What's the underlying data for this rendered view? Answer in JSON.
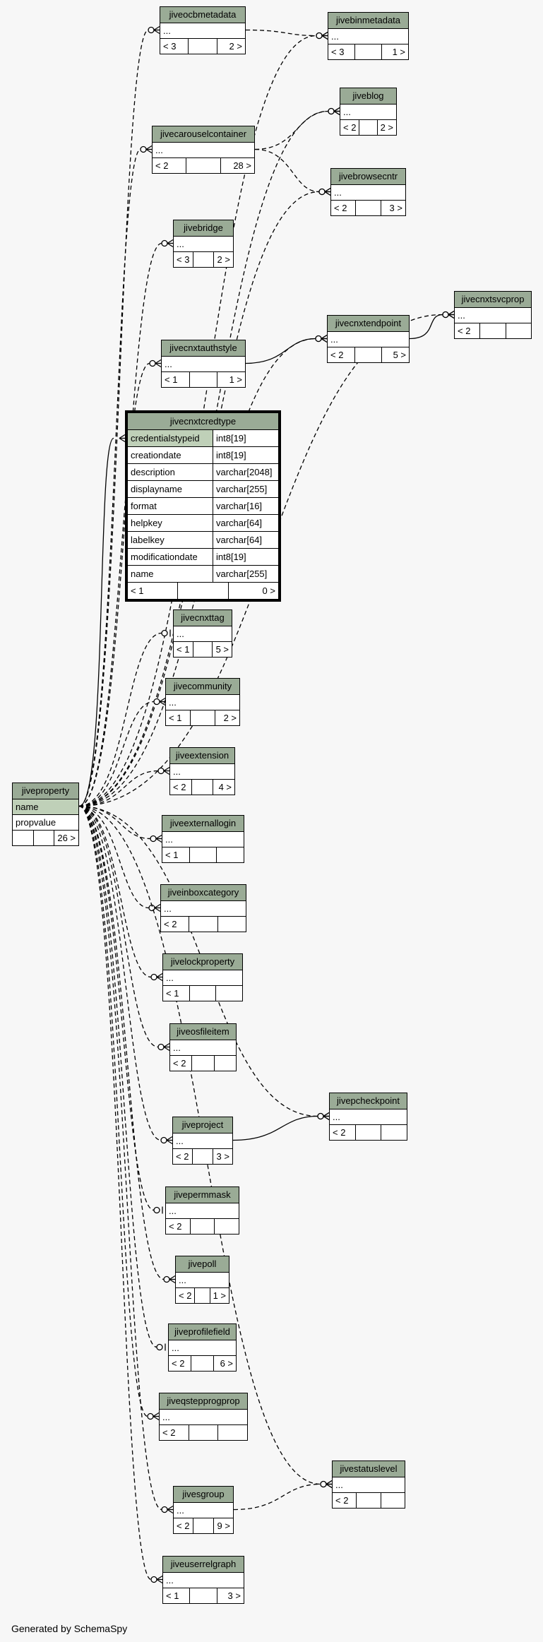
{
  "footer": "Generated by SchemaSpy",
  "tables": [
    {
      "id": "jiveproperty",
      "name": "jiveproperty",
      "columns": [
        {
          "name": "name",
          "key": true
        },
        {
          "name": "propvalue"
        }
      ],
      "parents": "",
      "children": "26 >"
    },
    {
      "id": "jiveocbmetadata",
      "name": "jiveocbmetadata",
      "columns": [
        {
          "name": "..."
        }
      ],
      "parents": "< 3",
      "children": "2 >"
    },
    {
      "id": "jivebinmetadata",
      "name": "jivebinmetadata",
      "columns": [
        {
          "name": "..."
        }
      ],
      "parents": "< 3",
      "children": "1 >"
    },
    {
      "id": "jiveblog",
      "name": "jiveblog",
      "columns": [
        {
          "name": "..."
        }
      ],
      "parents": "< 2",
      "children": "2 >"
    },
    {
      "id": "jivecarouselcontainer",
      "name": "jivecarouselcontainer",
      "columns": [
        {
          "name": "..."
        }
      ],
      "parents": "< 2",
      "children": "28 >"
    },
    {
      "id": "jivebrowsecntr",
      "name": "jivebrowsecntr",
      "columns": [
        {
          "name": "..."
        }
      ],
      "parents": "< 2",
      "children": "3 >"
    },
    {
      "id": "jivebridge",
      "name": "jivebridge",
      "columns": [
        {
          "name": "..."
        }
      ],
      "parents": "< 3",
      "children": "2 >"
    },
    {
      "id": "jivecnxtsvcprop",
      "name": "jivecnxtsvcprop",
      "columns": [
        {
          "name": "..."
        }
      ],
      "parents": "< 2",
      "children": ""
    },
    {
      "id": "jivecnxtendpoint",
      "name": "jivecnxtendpoint",
      "columns": [
        {
          "name": "..."
        }
      ],
      "parents": "< 2",
      "children": "5 >"
    },
    {
      "id": "jivecnxtauthstyle",
      "name": "jivecnxtauthstyle",
      "columns": [
        {
          "name": "..."
        }
      ],
      "parents": "< 1",
      "children": "1 >"
    },
    {
      "id": "jivecnxtcredtype",
      "name": "jivecnxtcredtype",
      "focus": true,
      "columns": [
        {
          "name": "credentialstypeid",
          "type": "int8[19]",
          "key": true
        },
        {
          "name": "creationdate",
          "type": "int8[19]"
        },
        {
          "name": "description",
          "type": "varchar[2048]"
        },
        {
          "name": "displayname",
          "type": "varchar[255]"
        },
        {
          "name": "format",
          "type": "varchar[16]"
        },
        {
          "name": "helpkey",
          "type": "varchar[64]"
        },
        {
          "name": "labelkey",
          "type": "varchar[64]"
        },
        {
          "name": "modificationdate",
          "type": "int8[19]"
        },
        {
          "name": "name",
          "type": "varchar[255]"
        }
      ],
      "parents": "< 1",
      "children": "0 >"
    },
    {
      "id": "jivecnxttag",
      "name": "jivecnxttag",
      "columns": [
        {
          "name": "..."
        }
      ],
      "parents": "< 1",
      "children": "5 >"
    },
    {
      "id": "jivecommunity",
      "name": "jivecommunity",
      "columns": [
        {
          "name": "..."
        }
      ],
      "parents": "< 1",
      "children": "2 >"
    },
    {
      "id": "jiveextension",
      "name": "jiveextension",
      "columns": [
        {
          "name": "..."
        }
      ],
      "parents": "< 2",
      "children": "4 >"
    },
    {
      "id": "jiveexternallogin",
      "name": "jiveexternallogin",
      "columns": [
        {
          "name": "..."
        }
      ],
      "parents": "< 1",
      "children": ""
    },
    {
      "id": "jiveinboxcategory",
      "name": "jiveinboxcategory",
      "columns": [
        {
          "name": "..."
        }
      ],
      "parents": "< 2",
      "children": ""
    },
    {
      "id": "jivelockproperty",
      "name": "jivelockproperty",
      "columns": [
        {
          "name": "..."
        }
      ],
      "parents": "< 1",
      "children": ""
    },
    {
      "id": "jiveosfileitem",
      "name": "jiveosfileitem",
      "columns": [
        {
          "name": "..."
        }
      ],
      "parents": "< 2",
      "children": ""
    },
    {
      "id": "jivepcheckpoint",
      "name": "jivepcheckpoint",
      "columns": [
        {
          "name": "..."
        }
      ],
      "parents": "< 2",
      "children": ""
    },
    {
      "id": "jiveproject",
      "name": "jiveproject",
      "columns": [
        {
          "name": "..."
        }
      ],
      "parents": "< 2",
      "children": "3 >"
    },
    {
      "id": "jivepermmask",
      "name": "jivepermmask",
      "columns": [
        {
          "name": "..."
        }
      ],
      "parents": "< 2",
      "children": ""
    },
    {
      "id": "jivepoll",
      "name": "jivepoll",
      "columns": [
        {
          "name": "..."
        }
      ],
      "parents": "< 2",
      "children": "1 >"
    },
    {
      "id": "jiveprofilefield",
      "name": "jiveprofilefield",
      "columns": [
        {
          "name": "..."
        }
      ],
      "parents": "< 2",
      "children": "6 >"
    },
    {
      "id": "jiveqstepprogprop",
      "name": "jiveqstepprogprop",
      "columns": [
        {
          "name": "..."
        }
      ],
      "parents": "< 2",
      "children": ""
    },
    {
      "id": "jivestatuslevel",
      "name": "jivestatuslevel",
      "columns": [
        {
          "name": "..."
        }
      ],
      "parents": "< 2",
      "children": ""
    },
    {
      "id": "jivesgroup",
      "name": "jivesgroup",
      "columns": [
        {
          "name": "..."
        }
      ],
      "parents": "< 2",
      "children": "9 >"
    },
    {
      "id": "jiveuserrelgraph",
      "name": "jiveuserrelgraph",
      "columns": [
        {
          "name": "..."
        }
      ],
      "parents": "< 1",
      "children": "3 >"
    }
  ],
  "relationships": [
    {
      "from": "jiveproperty",
      "to": "jiveocbmetadata",
      "style": "dashed",
      "end": "zero-or-many"
    },
    {
      "from": "jiveproperty",
      "to": "jivebinmetadata",
      "style": "dashed",
      "end": "zero-or-many"
    },
    {
      "from": "jiveocbmetadata",
      "to": "jivebinmetadata",
      "style": "dashed",
      "end": "zero-or-many"
    },
    {
      "from": "jiveproperty",
      "to": "jiveblog",
      "style": "dashed",
      "end": "zero-or-many"
    },
    {
      "from": "jivecarouselcontainer",
      "to": "jiveblog",
      "style": "dashed",
      "end": "zero-or-many"
    },
    {
      "from": "jiveproperty",
      "to": "jivecarouselcontainer",
      "style": "dashed",
      "end": "zero-or-many"
    },
    {
      "from": "jiveproperty",
      "to": "jivebrowsecntr",
      "style": "dashed",
      "end": "zero-or-many"
    },
    {
      "from": "jivecarouselcontainer",
      "to": "jivebrowsecntr",
      "style": "dashed",
      "end": "zero-or-many"
    },
    {
      "from": "jiveproperty",
      "to": "jivebridge",
      "style": "dashed",
      "end": "zero-or-many"
    },
    {
      "from": "jiveproperty",
      "to": "jivecnxtsvcprop",
      "style": "dashed",
      "end": "zero-or-many"
    },
    {
      "from": "jivecnxtendpoint",
      "to": "jivecnxtsvcprop",
      "style": "solid",
      "end": "zero-or-many"
    },
    {
      "from": "jiveproperty",
      "to": "jivecnxtendpoint",
      "style": "dashed",
      "end": "zero-or-many"
    },
    {
      "from": "jivecnxtauthstyle",
      "to": "jivecnxtendpoint",
      "style": "solid",
      "end": "zero-or-many"
    },
    {
      "from": "jiveproperty",
      "to": "jivecnxtauthstyle",
      "style": "dashed",
      "end": "zero-or-many"
    },
    {
      "from": "jiveproperty",
      "to": "jivecnxtcredtype",
      "style": "solid",
      "end": "many"
    },
    {
      "from": "jiveproperty",
      "to": "jivecnxttag",
      "style": "dashed",
      "end": "zero-or-one"
    },
    {
      "from": "jiveproperty",
      "to": "jivecommunity",
      "style": "dashed",
      "end": "zero-or-many"
    },
    {
      "from": "jiveproperty",
      "to": "jiveextension",
      "style": "dashed",
      "end": "zero-or-many"
    },
    {
      "from": "jiveproperty",
      "to": "jiveexternallogin",
      "style": "dashed",
      "end": "zero-or-many"
    },
    {
      "from": "jiveproperty",
      "to": "jiveinboxcategory",
      "style": "dashed",
      "end": "zero-or-many"
    },
    {
      "from": "jiveproperty",
      "to": "jivelockproperty",
      "style": "dashed",
      "end": "zero-or-many"
    },
    {
      "from": "jiveproperty",
      "to": "jiveosfileitem",
      "style": "dashed",
      "end": "zero-or-many"
    },
    {
      "from": "jiveproperty",
      "to": "jivepcheckpoint",
      "style": "dashed",
      "end": "zero-or-many"
    },
    {
      "from": "jiveproject",
      "to": "jivepcheckpoint",
      "style": "solid",
      "end": "zero-or-many"
    },
    {
      "from": "jiveproperty",
      "to": "jiveproject",
      "style": "dashed",
      "end": "zero-or-many"
    },
    {
      "from": "jiveproperty",
      "to": "jivepermmask",
      "style": "dashed",
      "end": "zero-or-one"
    },
    {
      "from": "jiveproperty",
      "to": "jivepoll",
      "style": "dashed",
      "end": "zero-or-many"
    },
    {
      "from": "jiveproperty",
      "to": "jiveprofilefield",
      "style": "dashed",
      "end": "zero-or-one"
    },
    {
      "from": "jiveproperty",
      "to": "jiveqstepprogprop",
      "style": "dashed",
      "end": "zero-or-many"
    },
    {
      "from": "jiveproperty",
      "to": "jivestatuslevel",
      "style": "dashed",
      "end": "zero-or-many"
    },
    {
      "from": "jivesgroup",
      "to": "jivestatuslevel",
      "style": "dashed",
      "end": "zero-or-many"
    },
    {
      "from": "jiveproperty",
      "to": "jivesgroup",
      "style": "dashed",
      "end": "zero-or-many"
    },
    {
      "from": "jiveproperty",
      "to": "jiveuserrelgraph",
      "style": "dashed",
      "end": "zero-or-many"
    }
  ]
}
